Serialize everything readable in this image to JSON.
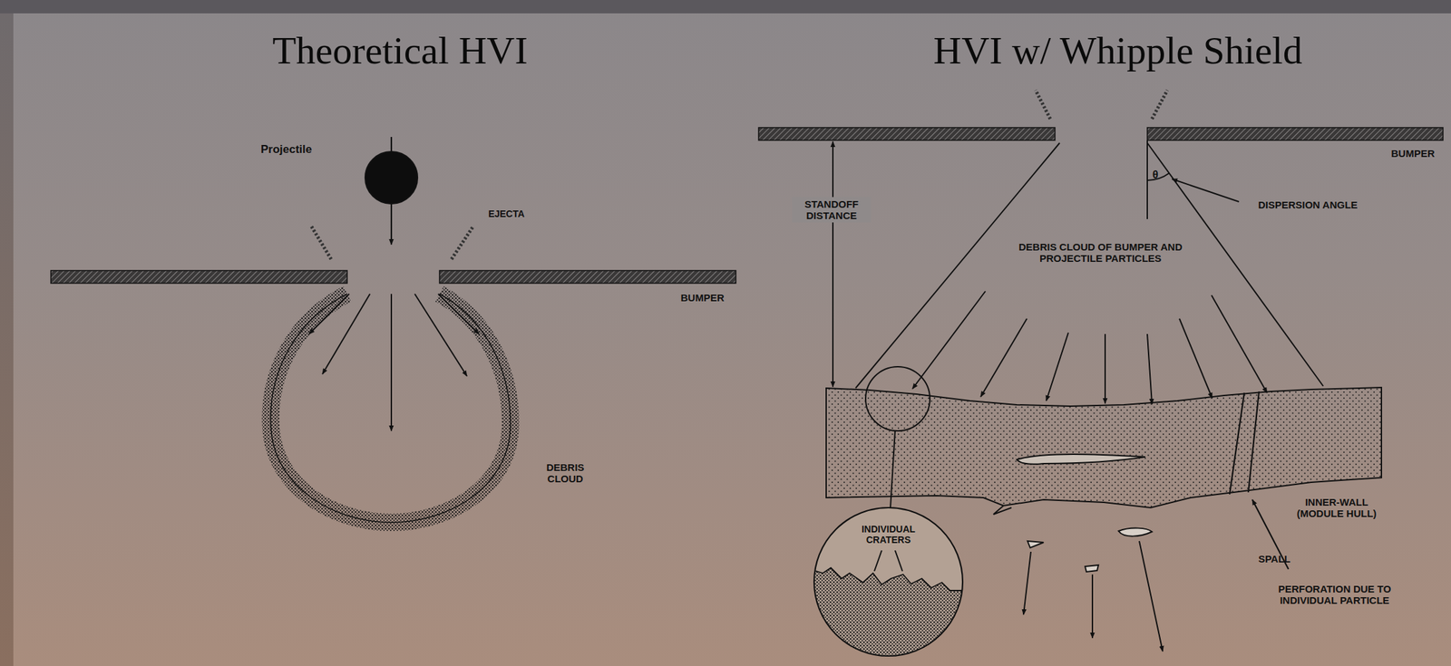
{
  "diagram": {
    "labels": [
      "Theoretical HVI",
      "HVI w/ Whipple Shield",
      "Projectile",
      "EJECTA",
      "BUMPER",
      "DEBRIS CLOUD",
      "BUMPER",
      "STANDOFF DISTANCE",
      "θ",
      "DISPERSION ANGLE",
      "DEBRIS CLOUD OF BUMPER AND PROJECTILE PARTICLES",
      "INDIVIDUAL CRATERS",
      "INNER-WALL (MODULE HULL)",
      "SPALL",
      "PERFORATION DUE TO INDIVIDUAL PARTICLE"
    ]
  }
}
